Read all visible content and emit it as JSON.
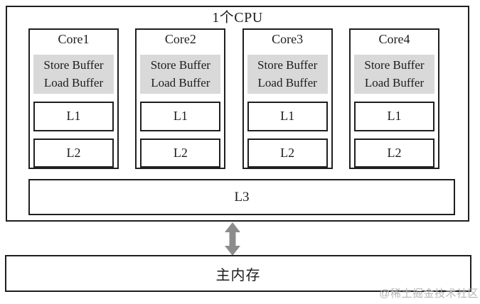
{
  "diagram": {
    "cpu": {
      "title": "1个CPU",
      "cores": [
        {
          "name": "Core1",
          "buffers": [
            "Store Buffer",
            "Load Buffer"
          ],
          "l1": "L1",
          "l2": "L2"
        },
        {
          "name": "Core2",
          "buffers": [
            "Store Buffer",
            "Load Buffer"
          ],
          "l1": "L1",
          "l2": "L2"
        },
        {
          "name": "Core3",
          "buffers": [
            "Store Buffer",
            "Load Buffer"
          ],
          "l1": "L1",
          "l2": "L2"
        },
        {
          "name": "Core4",
          "buffers": [
            "Store Buffer",
            "Load Buffer"
          ],
          "l1": "L1",
          "l2": "L2"
        }
      ],
      "shared_cache": "L3"
    },
    "memory": {
      "label": "主内存"
    },
    "connector": "bidirectional-arrow",
    "watermark": "@稀土掘金技术社区",
    "colors": {
      "border": "#1f1f1f",
      "buffer_background": "#d9d9d9",
      "arrow": "#8c8c8c",
      "watermark": "#b6b6b6"
    }
  }
}
